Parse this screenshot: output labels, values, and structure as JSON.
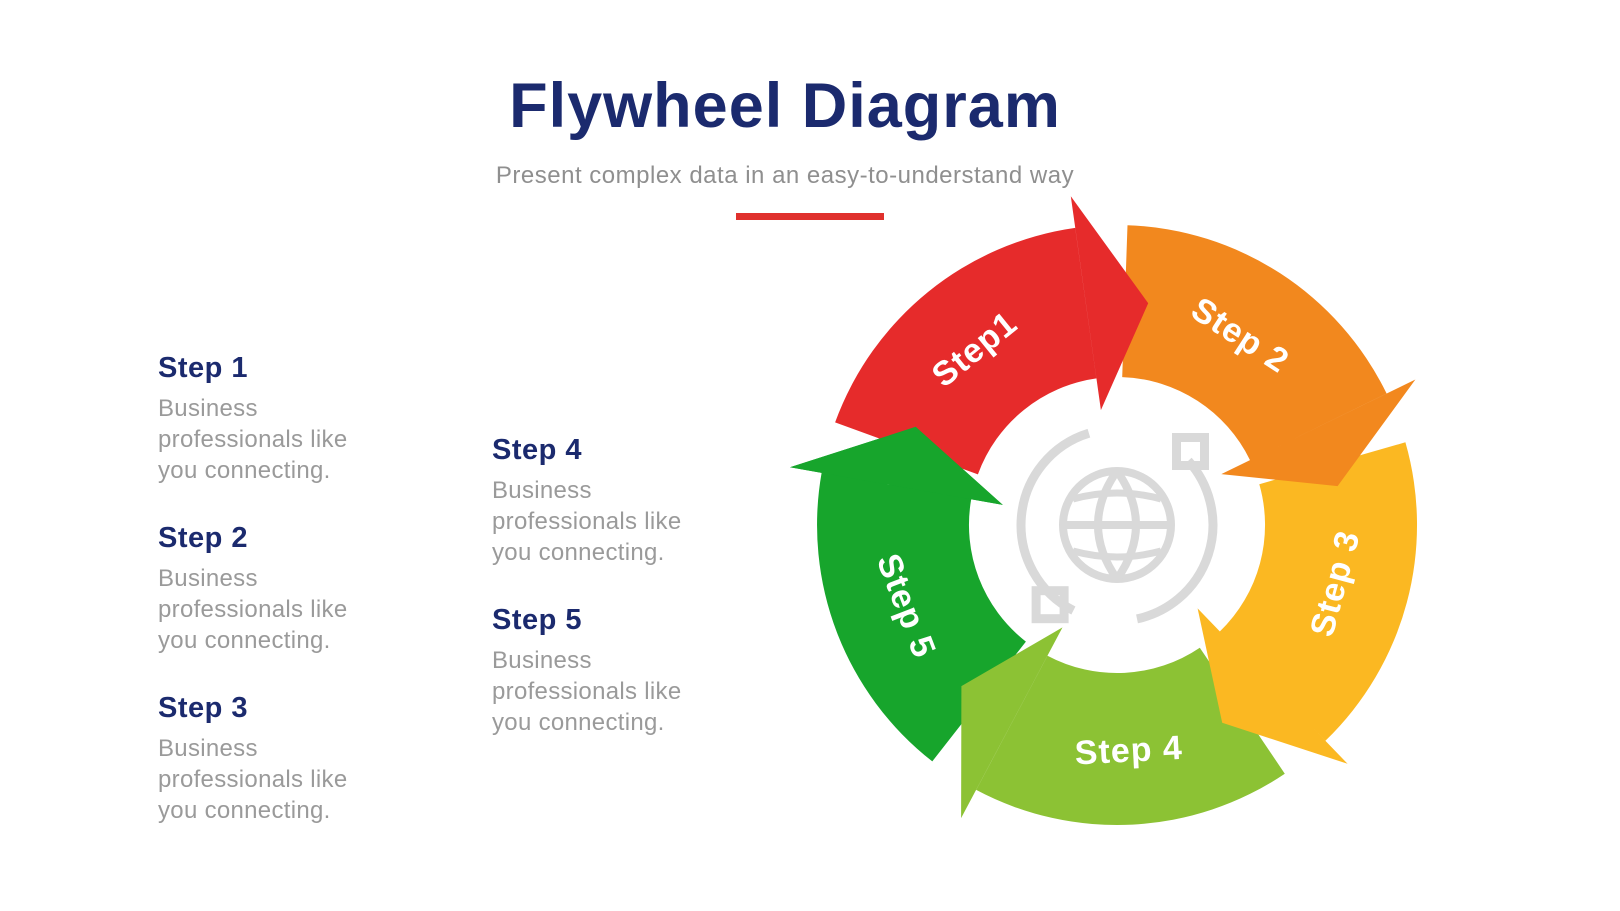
{
  "header": {
    "title": "Flywheel Diagram",
    "subtitle": "Present complex data in an easy-to-understand way",
    "accent_color": "#e0312d"
  },
  "colors": {
    "title_navy": "#1b2a6e",
    "body_gray": "#9a9a9a",
    "icon_gray": "#d9d9d9"
  },
  "step_list": [
    {
      "label": "Step 1",
      "description": "Business professionals like you connecting."
    },
    {
      "label": "Step 2",
      "description": "Business professionals like you connecting."
    },
    {
      "label": "Step 3",
      "description": "Business professionals like you connecting."
    },
    {
      "label": "Step 4",
      "description": "Business professionals like you connecting."
    },
    {
      "label": "Step 5",
      "description": "Business professionals like you connecting."
    }
  ],
  "wheel": {
    "direction": "clockwise",
    "center_icon": "globe-network-icon",
    "segments": [
      {
        "label": "Step1",
        "color": "#e62b2b"
      },
      {
        "label": "Step 2",
        "color": "#f2881e"
      },
      {
        "label": "Step 3",
        "color": "#fbb822"
      },
      {
        "label": "Step 4",
        "color": "#8cc234"
      },
      {
        "label": "Step 5",
        "color": "#17a52c"
      }
    ]
  }
}
